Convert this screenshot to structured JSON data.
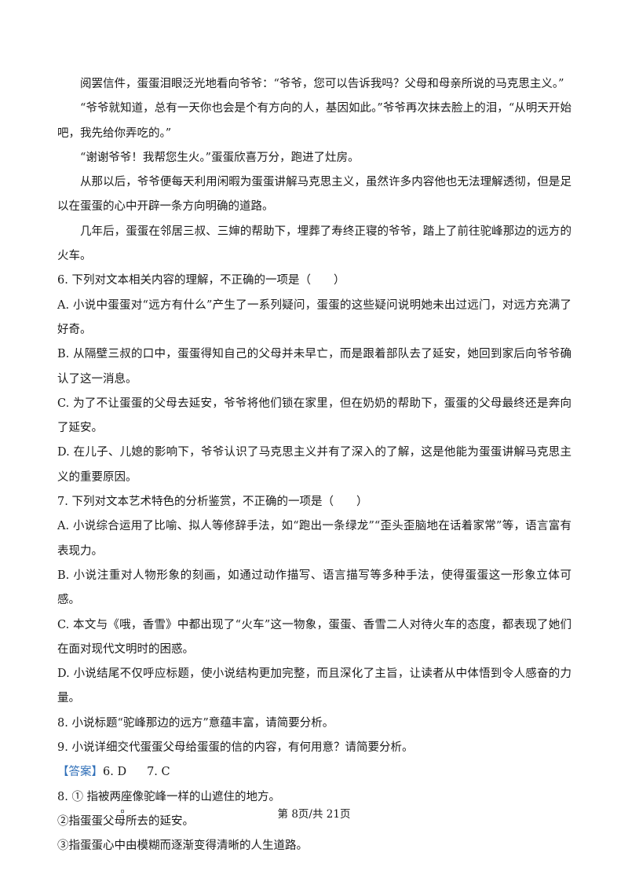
{
  "paragraphs": [
    "阅罢信件，蛋蛋泪眼泛光地看向爷爷：“爷爷，您可以告诉我吗？父母和母亲所说的马克思主义。”",
    "“爷爷就知道，总有一天你也会是个有方向的人，基因如此。”爷爷再次抹去脸上的泪，“从明天开始吧，我先给你弄吃的。”",
    "“谢谢爷爷！我帮您生火。”蛋蛋欣喜万分，跑进了灶房。",
    "从那以后，爷爷便每天利用闲暇为蛋蛋讲解马克思主义，虽然许多内容他也无法理解透彻，但是足以在蛋蛋的心中开辟一条方向明确的道路。",
    "几年后，蛋蛋在邻居三叔、三婶的帮助下，埋葬了寿终正寝的爷爷，踏上了前往驼峰那边的远方的火车。"
  ],
  "q6": {
    "stem": "6. 下列对文本相关内容的理解，不正确的一项是（　　）",
    "options": [
      "A. 小说中蛋蛋对“远方有什么”产生了一系列疑问，蛋蛋的这些疑问说明她未出过远门，对远方充满了好奇。",
      "B. 从隔壁三叔的口中，蛋蛋得知自己的父母并未早亡，而是跟着部队去了延安，她回到家后向爷爷确认了这一消息。",
      "C. 为了不让蛋蛋的父母去延安，爷爷将他们锁在家里，但在奶奶的帮助下，蛋蛋的父母最终还是奔向了延安。",
      "D. 在儿子、儿媳的影响下，爷爷认识了马克思主义并有了深入的了解，这是他能为蛋蛋讲解马克思主义的重要原因。"
    ]
  },
  "q7": {
    "stem": "7. 下列对文本艺术特色的分析鉴赏，不正确的一项是（　　）",
    "options": [
      "A. 小说综合运用了比喻、拟人等修辞手法，如“跑出一条绿龙”“歪头歪脑地在话着家常”等，语言富有表现力。",
      "B. 小说注重对人物形象的刻画，如通过动作描写、语言描写等多种手法，使得蛋蛋这一形象立体可感。",
      "C. 本文与《哦，香雪》中都出现了“火车”这一物象，蛋蛋、香雪二人对待火车的态度，都表现了她们在面对现代文明时的困惑。",
      "D. 小说结尾不仅呼应标题，使小说结构更加完整，而且深化了主旨，让读者从中体悟到令人感奋的力量。"
    ]
  },
  "q8": "8. 小说标题“驼峰那边的远方”意蕴丰富，请简要分析。",
  "q9": "9. 小说详细交代蛋蛋父母给蛋蛋的信的内容，有何用意？请简要分析。",
  "answer": {
    "tag": "【答案】",
    "ans6": "6. D",
    "ans7": "7. C",
    "lines": [
      "8. ① 指被两座像驼峰一样的山遮住的地方。",
      "②指蛋蛋父母所去的延安。",
      "③指蛋蛋心中由模糊而逐渐变得清晰的人生道路。"
    ]
  },
  "footer": {
    "page_label": "第 8页/共 21页"
  }
}
